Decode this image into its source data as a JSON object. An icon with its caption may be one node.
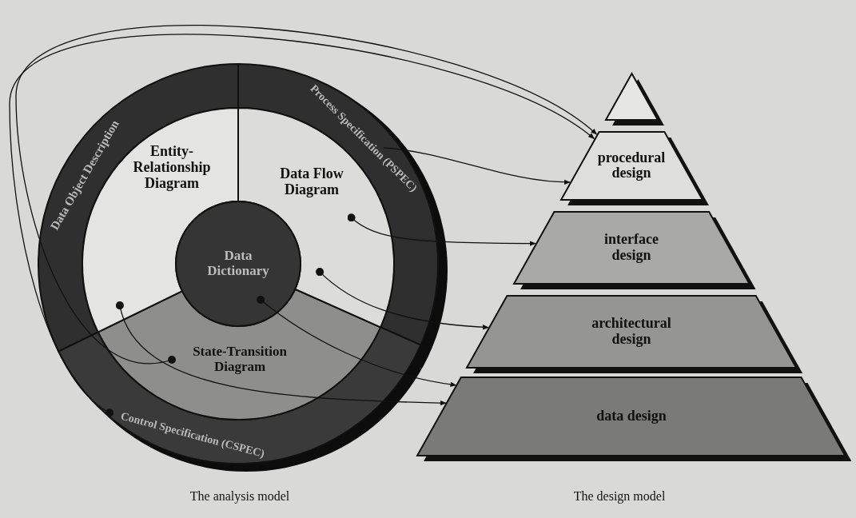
{
  "diagram": {
    "nodes": [
      {
        "text": [
          "Data Object Description"
        ]
      },
      {
        "text": [
          "Process Specification (PSPEC)"
        ]
      },
      {
        "text": [
          "Control Specification (CSPEC)"
        ]
      },
      {
        "text": [
          "Entity-Relationship Diagram"
        ]
      },
      {
        "text": [
          "Data Flow Diagram"
        ]
      },
      {
        "text": [
          "Data Dictionary"
        ]
      },
      {
        "text": [
          "State-Transition Diagram"
        ]
      },
      {
        "text": [],
        "shape": "triangle"
      },
      {
        "text": [
          "procedural design"
        ]
      },
      {
        "text": [
          "interface design"
        ]
      },
      {
        "text": [
          "architectural design"
        ]
      },
      {
        "text": [
          "data design"
        ]
      }
    ],
    "edges": [
      {
        "from": 6,
        "to": 8,
        "arrow": "to"
      },
      {
        "from": 2,
        "to": 8,
        "arrow": "to"
      },
      {
        "from": 1,
        "to": 8,
        "arrow": "to"
      },
      {
        "from": 4,
        "to": 9,
        "arrow": "to"
      },
      {
        "from": 4,
        "to": 10,
        "arrow": "to"
      },
      {
        "from": 5,
        "to": 11,
        "arrow": "to"
      },
      {
        "from": 3,
        "to": 11,
        "arrow": "to"
      }
    ],
    "labels": [
      "The analysis model",
      "The design model"
    ]
  }
}
